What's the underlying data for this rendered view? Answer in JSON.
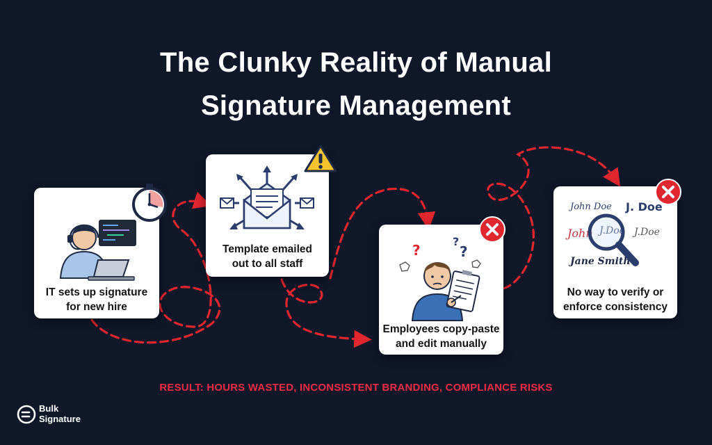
{
  "title": {
    "line1": "The Clunky Reality of Manual",
    "line2": "Signature Management"
  },
  "steps": [
    {
      "caption_line1": "IT sets up signature",
      "caption_line2": "for new hire",
      "badge": "stopwatch-icon"
    },
    {
      "caption_line1": "Template emailed",
      "caption_line2": "out to all staff",
      "badge": "warning-icon"
    },
    {
      "caption_line1": "Employees copy-paste",
      "caption_line2": "and edit manually",
      "badge": "error-x-icon"
    },
    {
      "caption_line1": "No way to verify or",
      "caption_line2": "enforce consistency",
      "badge": "error-x-icon"
    }
  ],
  "signatures": {
    "s1": "John Doe",
    "s2": "J. Doe",
    "s3": "John",
    "s4": "J.Doe",
    "s5": "J.Doe",
    "s6": "Jane Smith"
  },
  "result": "RESULT: HOURS WASTED, INCONSISTENT BRANDING, COMPLIANCE RISKS",
  "brand": {
    "line1": "Bulk",
    "line2": "Signature"
  },
  "colors": {
    "background": "#0f1729",
    "accent_red": "#e0262f",
    "result_red": "#ee2b45",
    "card": "#ffffff",
    "navy": "#2a3d6b",
    "warning_yellow": "#f5c32c"
  }
}
